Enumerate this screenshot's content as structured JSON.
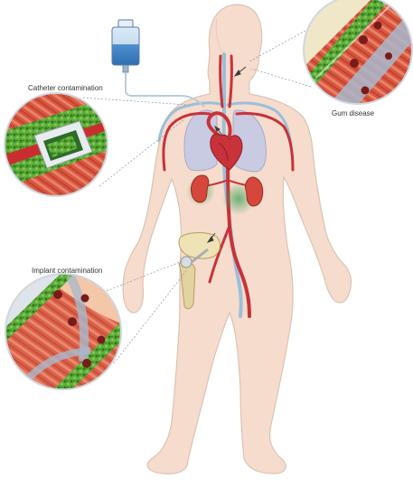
{
  "labels": {
    "catheter": "Catheter contamination",
    "gum": "Gum disease",
    "implant": "Implant contamination"
  },
  "colors": {
    "skin": "#f5dccc",
    "skin_outline": "#dcc3b3",
    "artery": "#c8323a",
    "vein": "#9bbfd8",
    "lung": "#c9cbe2",
    "biofilm": "#3f8f2c",
    "tissue": "#d9553d",
    "callout_line": "#7d97b0",
    "iv_bag": "#4e8fce"
  },
  "icons": [
    "iv-bag-icon",
    "heart-icon",
    "kidney-icon",
    "lung-icon",
    "hip-implant-icon"
  ]
}
